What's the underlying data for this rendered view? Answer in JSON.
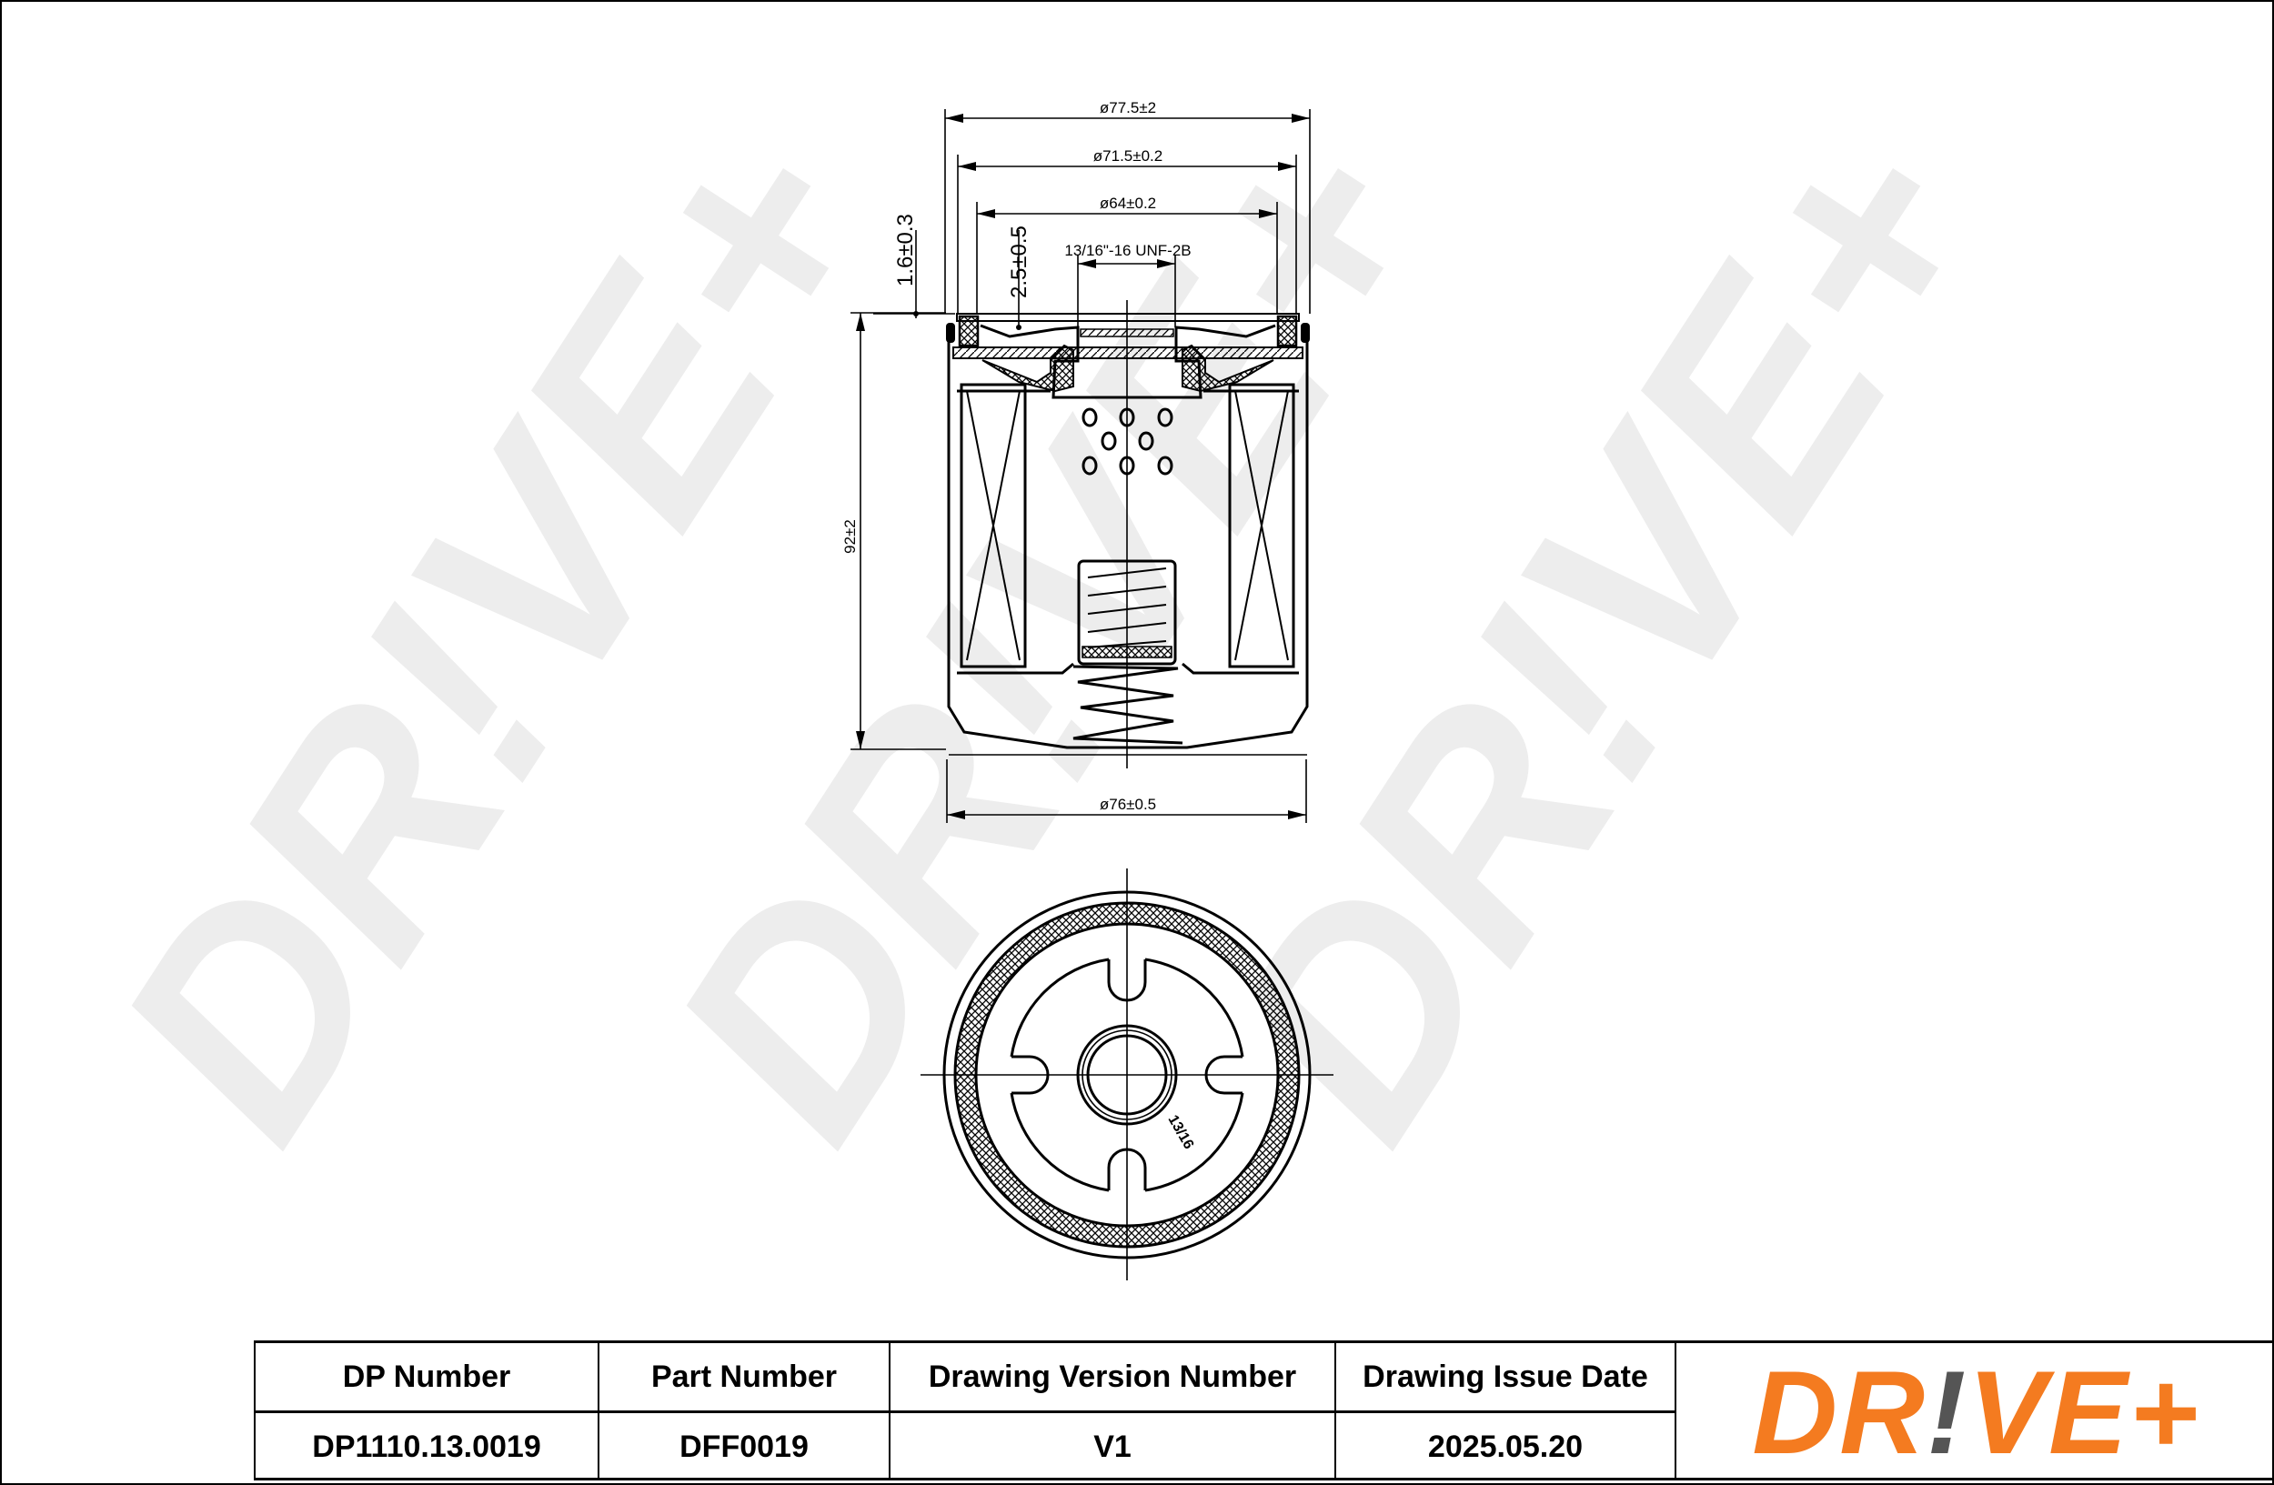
{
  "drawing": {
    "dimensions": {
      "outer_diameter": "ø77.5±2",
      "gasket_diameter": "ø71.5±0.2",
      "inner_gasket_diameter": "ø64±0.2",
      "thread": "13/16\"-16 UNF-2B",
      "gasket_offset": "1.6±0.3",
      "gasket_height": "2.5±0.5",
      "height": "92±2",
      "body_diameter": "ø76±0.5"
    },
    "bottom_view_marking": "13/16"
  },
  "watermark": "DR!VE+",
  "title_block": {
    "headers": [
      "DP Number",
      "Part Number",
      "Drawing Version Number",
      "Drawing Issue Date"
    ],
    "values": [
      "DP1110.13.0019",
      "DFF0019",
      "V1",
      "2025.05.20"
    ],
    "logo": {
      "part1": "DR",
      "part2": "!",
      "part3": "VE+",
      "text": "DR!VE+"
    }
  },
  "colors": {
    "brand_orange": "#f47b20",
    "brand_grey": "#555555",
    "watermark": "#ededed"
  }
}
